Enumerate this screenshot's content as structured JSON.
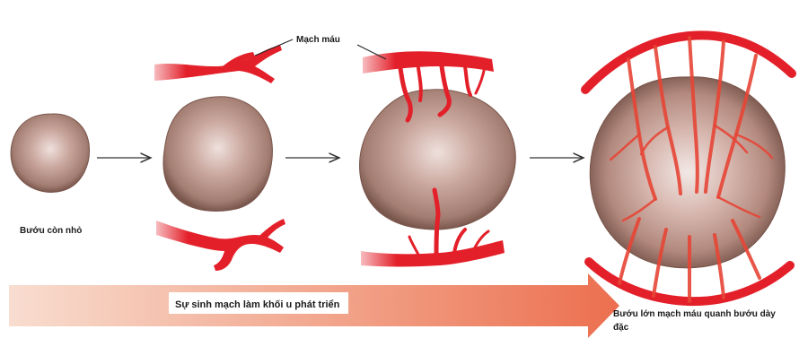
{
  "labels": {
    "small_tumor": "Bướu còn nhỏ",
    "blood_vessel": "Mạch máu",
    "angiogenesis": "Sự sinh mạch làm khối u phát triển",
    "large_tumor": "Bướu lớn mạch máu quanh bướu dày đặc"
  },
  "colors": {
    "tumor": "#b08a80",
    "tumor_edge": "#6e4a40",
    "vessel": "#e3202a",
    "arrow_start": "#f5d0c0",
    "arrow_end": "#ee7a5a"
  },
  "stages": [
    {
      "stage": 1,
      "name": "small tumor, no vessels"
    },
    {
      "stage": 2,
      "name": "tumor grows, vessels approach"
    },
    {
      "stage": 3,
      "name": "vessels sprout into tumor"
    },
    {
      "stage": 4,
      "name": "large tumor with dense vessel network"
    }
  ]
}
